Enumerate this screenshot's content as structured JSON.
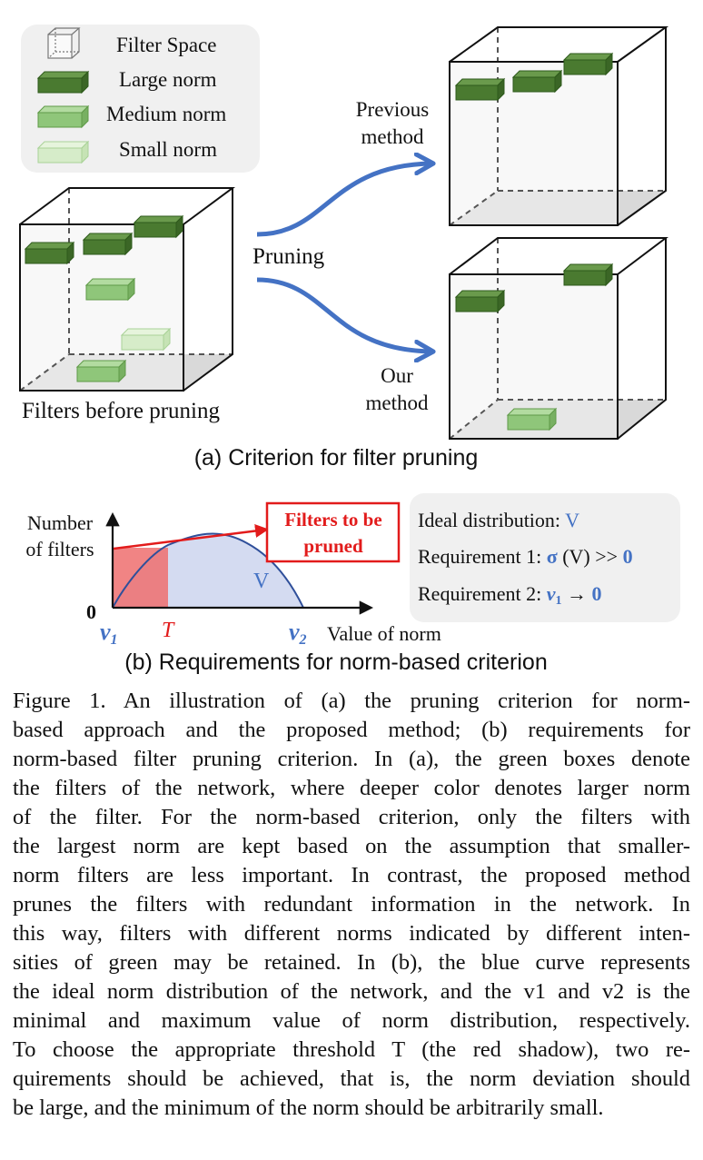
{
  "legend": {
    "filter_space": "Filter Space",
    "large_norm": "Large norm",
    "medium_norm": "Medium norm",
    "small_norm": "Small norm"
  },
  "colors": {
    "large": "#4a7a30",
    "medium": "#8fc67a",
    "small": "#d6ecc9",
    "arrow_blue": "#4472c4",
    "curve_blue": "#2f4f9a",
    "fill_blue": "#d4dbf1",
    "shadow_red": "#ee6e6e",
    "text_red": "#e21b1b",
    "legend_bg": "#f0f0f0"
  },
  "panel_a": {
    "before_label": "Filters before pruning",
    "pruning_label": "Pruning",
    "previous_label_1": "Previous",
    "previous_label_2": "method",
    "our_label_1": "Our",
    "our_label_2": "method",
    "title": "(a) Criterion for filter pruning"
  },
  "panel_b": {
    "ylabel_1": "Number",
    "ylabel_2": "of filters",
    "zero": "0",
    "xlabel": "Value of norm",
    "v1": "v",
    "v1_sub": "1",
    "t_label": "T",
    "v2": "v",
    "v2_sub": "2",
    "curve_label": "V",
    "callout_1": "Filters to be",
    "callout_2": "pruned",
    "title": "(b) Requirements for norm-based criterion",
    "ideal": "Ideal distribution: ",
    "ideal_sym": "V",
    "req1_prefix": "Requirement 1: ",
    "req1_sigma": "σ",
    "req1_mid": " (V) >> ",
    "req1_zero": "0",
    "req2_prefix": "Requirement 2: ",
    "req2_v": "v",
    "req2_sub": "1",
    "req2_arrow": " → ",
    "req2_zero": "0"
  },
  "caption": [
    "Figure 1.   An illustration of (a) the pruning criterion for norm-",
    "based approach and the proposed method; (b) requirements for",
    "norm-based filter pruning criterion. In (a), the green boxes denote",
    "the filters of the network, where deeper color denotes larger norm",
    "of the filter.  For the norm-based criterion, only the filters with",
    "the largest norm are kept based on the assumption that smaller-",
    "norm filters are less important. In contrast, the proposed method",
    "prunes the filters with redundant information in the network.  In",
    "this way, filters with different norms indicated by different inten-",
    "sities of green may be retained. In (b), the blue curve represents",
    "the ideal norm distribution of the network, and the v1 and v2 is the",
    "minimal and maximum value of norm distribution, respectively.",
    "To choose the appropriate threshold T (the red shadow), two re-",
    "quirements should be achieved, that is, the norm deviation should",
    "be large, and the minimum of the norm should be arbitrarily small."
  ]
}
